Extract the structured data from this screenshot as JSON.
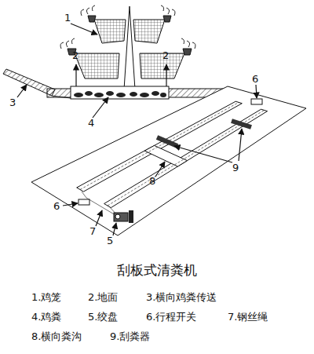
{
  "diagram": {
    "caption": "刮板式清粪机",
    "labels": [
      "1",
      "2",
      "2",
      "3",
      "4",
      "6",
      "9",
      "8",
      "6",
      "7",
      "5",
      "1.鸡笼",
      "2.地面",
      "3.横向鸡粪传送",
      "4.鸡粪",
      "5.绞盘",
      "6.行程开关",
      "7.钢丝绳",
      "8.横向粪沟",
      "9.刮粪器"
    ]
  }
}
